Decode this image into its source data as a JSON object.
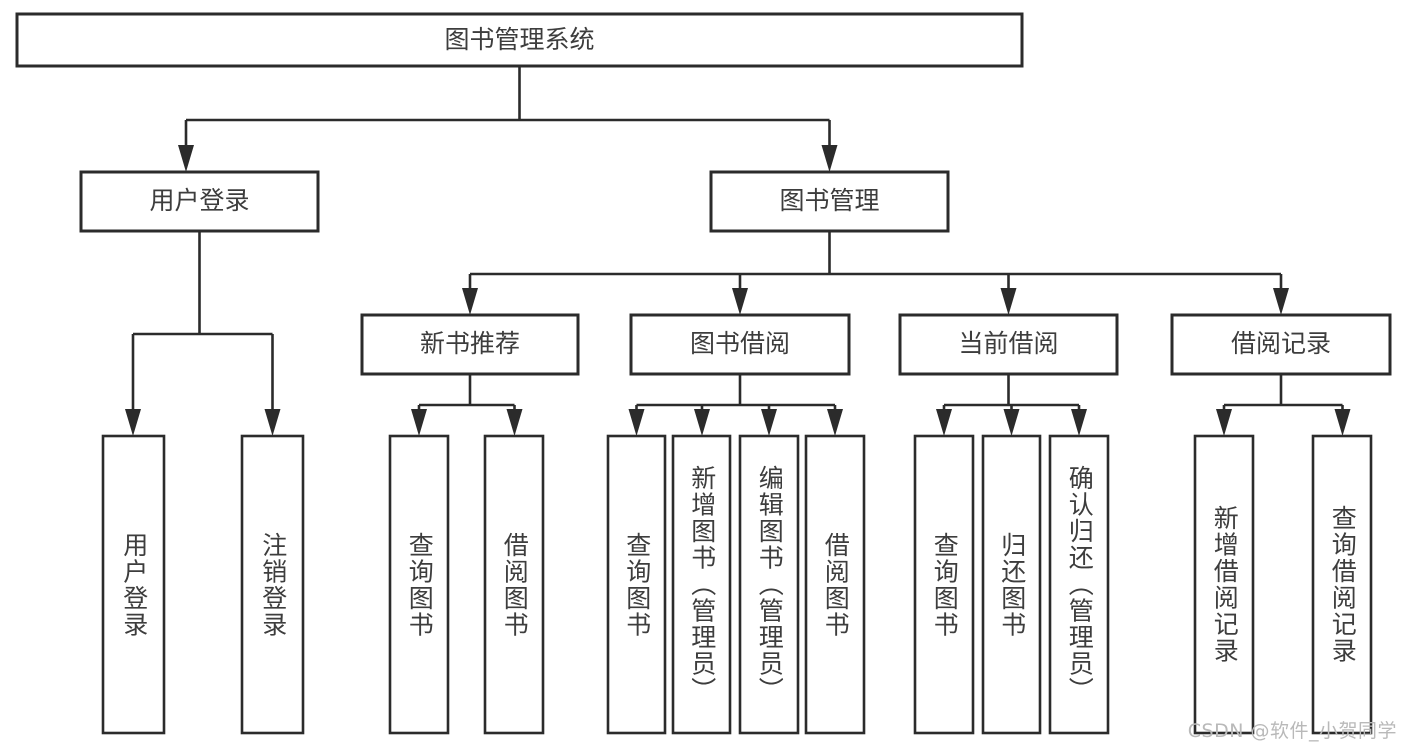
{
  "diagram": {
    "type": "tree-hierarchy-chart",
    "title": "图书管理系统",
    "root": {
      "label": "图书管理系统",
      "children": [
        {
          "label": "用户登录",
          "children": [
            {
              "label": "用户登录"
            },
            {
              "label": "注销登录"
            }
          ]
        },
        {
          "label": "图书管理",
          "children": [
            {
              "label": "新书推荐",
              "children": [
                {
                  "label": "查询图书"
                },
                {
                  "label": "借阅图书"
                }
              ]
            },
            {
              "label": "图书借阅",
              "children": [
                {
                  "label": "查询图书"
                },
                {
                  "label": "新增图书（管理员）"
                },
                {
                  "label": "编辑图书（管理员）"
                },
                {
                  "label": "借阅图书"
                }
              ]
            },
            {
              "label": "当前借阅",
              "children": [
                {
                  "label": "查询图书"
                },
                {
                  "label": "归还图书"
                },
                {
                  "label": "确认归还（管理员）"
                }
              ]
            },
            {
              "label": "借阅记录",
              "children": [
                {
                  "label": "新增借阅记录"
                },
                {
                  "label": "查询借阅记录"
                }
              ]
            }
          ]
        }
      ]
    },
    "nodes": {
      "root_title": "图书管理系统",
      "l2_user_login": "用户登录",
      "l2_book_manage": "图书管理",
      "l3_new_book_rec": "新书推荐",
      "l3_book_borrow": "图书借阅",
      "l3_current_borrow": "当前借阅",
      "l3_borrow_record": "借阅记录",
      "leaf_user_login": "用户登录",
      "leaf_logout": "注销登录",
      "leaf_rec_query": "查询图书",
      "leaf_rec_borrow": "借阅图书",
      "leaf_borrow_query": "查询图书",
      "leaf_borrow_add": "新增图书（管理员）",
      "leaf_borrow_edit": "编辑图书（管理员）",
      "leaf_borrow_borrow": "借阅图书",
      "leaf_cur_query": "查询图书",
      "leaf_cur_return": "归还图书",
      "leaf_cur_confirm": "确认归还（管理员）",
      "leaf_rec_add": "新增借阅记录",
      "leaf_rec_query2": "查询借阅记录"
    },
    "colors": {
      "box_border": "#2b2b2b",
      "box_fill": "#ffffff",
      "text": "#3d3d3d",
      "connector": "#2b2b2b",
      "watermark": "#b9b9b9",
      "background": "#ffffff"
    },
    "watermark": "CSDN @软件_小贺同学"
  }
}
